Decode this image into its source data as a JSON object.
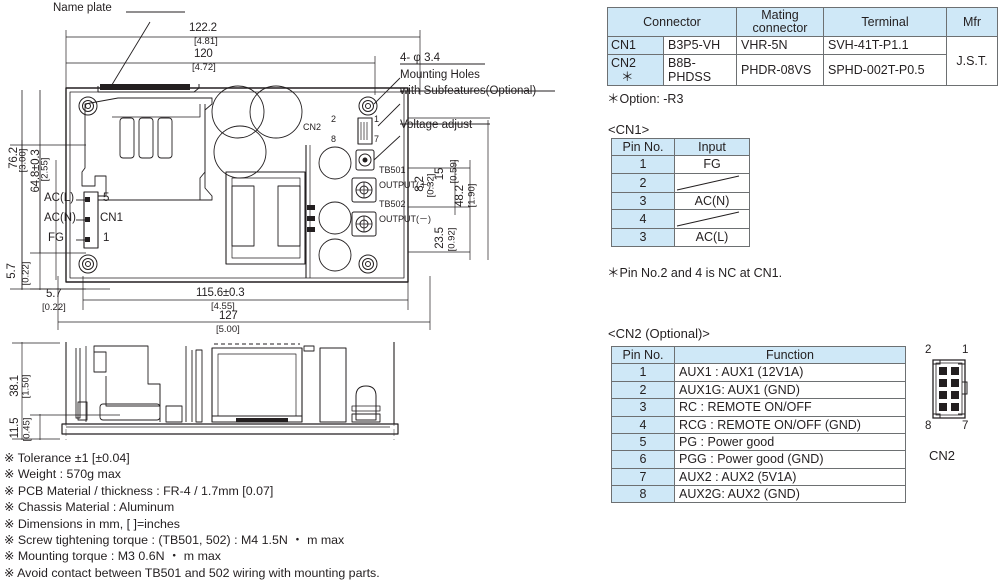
{
  "document": {
    "type": "mechanical-outline-drawing",
    "accent_header_color": "#cfe8f7",
    "line_color": "#231f20"
  },
  "drawing": {
    "callouts": {
      "name_plate": "Name plate",
      "mounting_holes_size": "4- φ 3.4",
      "mounting_holes_line1": "Mounting Holes",
      "mounting_holes_line2": "with Subfeatures(Optional)",
      "voltage_adjust": "Voltage adjust",
      "cn1": "CN1",
      "cn2": "CN2",
      "tb501": "TB501",
      "tb501_fn": "OUTPUT(＋)",
      "tb502": "TB502",
      "tb502_fn": "OUTPUT(－)",
      "ac_l": "AC(L)",
      "ac_n": "AC(N)",
      "fg": "FG",
      "pin_5": "5",
      "pin_1": "1",
      "cn2_pin_2": "2",
      "cn2_pin_1": "1",
      "cn2_pin_8": "8",
      "cn2_pin_7": "7"
    },
    "dimensions": {
      "top_overall_mm": "122.2",
      "top_overall_in": "[4.81]",
      "top_inner_mm": "120",
      "top_inner_in": "[4.72]",
      "bottom_mid_mm": "115.6±0.3",
      "bottom_mid_in": "[4.55]",
      "bottom_overall_mm": "127",
      "bottom_overall_in": "[5.00]",
      "left_offset_mm": "5.7",
      "left_offset_in": "[0.22]",
      "left_offset2_mm": "5.7",
      "left_offset2_in": "[0.22]",
      "height_overall_mm": "76.2",
      "height_overall_in": "[3.00]",
      "height_inner_mm": "64.8±0.3",
      "height_inner_in": "[2.55]",
      "tb_gap_mm": "8.2",
      "tb_gap_in": "[0.32]",
      "tb_15_mm": "15",
      "tb_15_in": "[0.59]",
      "tb_235_mm": "23.5",
      "tb_235_in": "[0.92]",
      "tb_482_mm": "48.2",
      "tb_482_in": "[1.90]",
      "side_height_mm": "38.1",
      "side_height_in": "[1.50]",
      "side_low_mm": "11.5",
      "side_low_in": "[0.45]"
    }
  },
  "notes": [
    "※ Tolerance ±1 [±0.04]",
    "※ Weight : 570g max",
    "※ PCB Material / thickness : FR-4 / 1.7mm [0.07]",
    "※ Chassis Material : Aluminum",
    "※ Dimensions in mm, [  ]=inches",
    "※ Screw tightening torque : (TB501, 502) : M4 1.5N ・ m max",
    "※ Mounting torque : M3 0.6N ・ m max",
    "※ Avoid contact between TB501 and 502 wiring with mounting parts."
  ],
  "connector_table": {
    "headers": [
      "Connector",
      "Mating\nconnector",
      "Terminal",
      "Mfr"
    ],
    "header_connector": "Connector",
    "header_mating_1": "Mating",
    "header_mating_2": "connector",
    "header_terminal": "Terminal",
    "header_mfr": "Mfr",
    "rows": [
      {
        "ref": "CN1",
        "mark": "",
        "connector": "B3P5-VH",
        "mating": "VHR-5N",
        "terminal": "SVH-41T-P1.1"
      },
      {
        "ref": "CN2",
        "mark": "＊",
        "connector": "B8B-PHDSS",
        "mating": "PHDR-08VS",
        "terminal": "SPHD-002T-P0.5"
      }
    ],
    "mfr": "J.S.T.",
    "footnote": "＊Option: -R3"
  },
  "cn1_table": {
    "caption": "<CN1>",
    "headers": [
      "Pin No.",
      "Input"
    ],
    "rows": [
      {
        "pin": "1",
        "input": "FG",
        "nc": false
      },
      {
        "pin": "2",
        "input": "",
        "nc": true
      },
      {
        "pin": "3",
        "input": "AC(N)",
        "nc": false
      },
      {
        "pin": "4",
        "input": "",
        "nc": true
      },
      {
        "pin": "3",
        "input": "AC(L)",
        "nc": false
      }
    ],
    "footnote": "＊Pin No.2 and 4 is NC at CN1."
  },
  "cn2_table": {
    "caption": "<CN2 (Optional)>",
    "headers": [
      "Pin No.",
      "Function"
    ],
    "rows": [
      {
        "pin": "1",
        "function": "AUX1   : AUX1 (12V1A)"
      },
      {
        "pin": "2",
        "function": "AUX1G: AUX1 (GND)"
      },
      {
        "pin": "3",
        "function": "RC       : REMOTE ON/OFF"
      },
      {
        "pin": "4",
        "function": "RCG    : REMOTE ON/OFF (GND)"
      },
      {
        "pin": "5",
        "function": "PG       : Power good"
      },
      {
        "pin": "6",
        "function": "PGG    : Power good (GND)"
      },
      {
        "pin": "7",
        "function": "AUX2   : AUX2 (5V1A)"
      },
      {
        "pin": "8",
        "function": "AUX2G: AUX2 (GND)"
      }
    ]
  },
  "cn2_pinout": {
    "label": "CN2",
    "pin_top_left": "2",
    "pin_top_right": "1",
    "pin_bottom_left": "8",
    "pin_bottom_right": "7"
  }
}
